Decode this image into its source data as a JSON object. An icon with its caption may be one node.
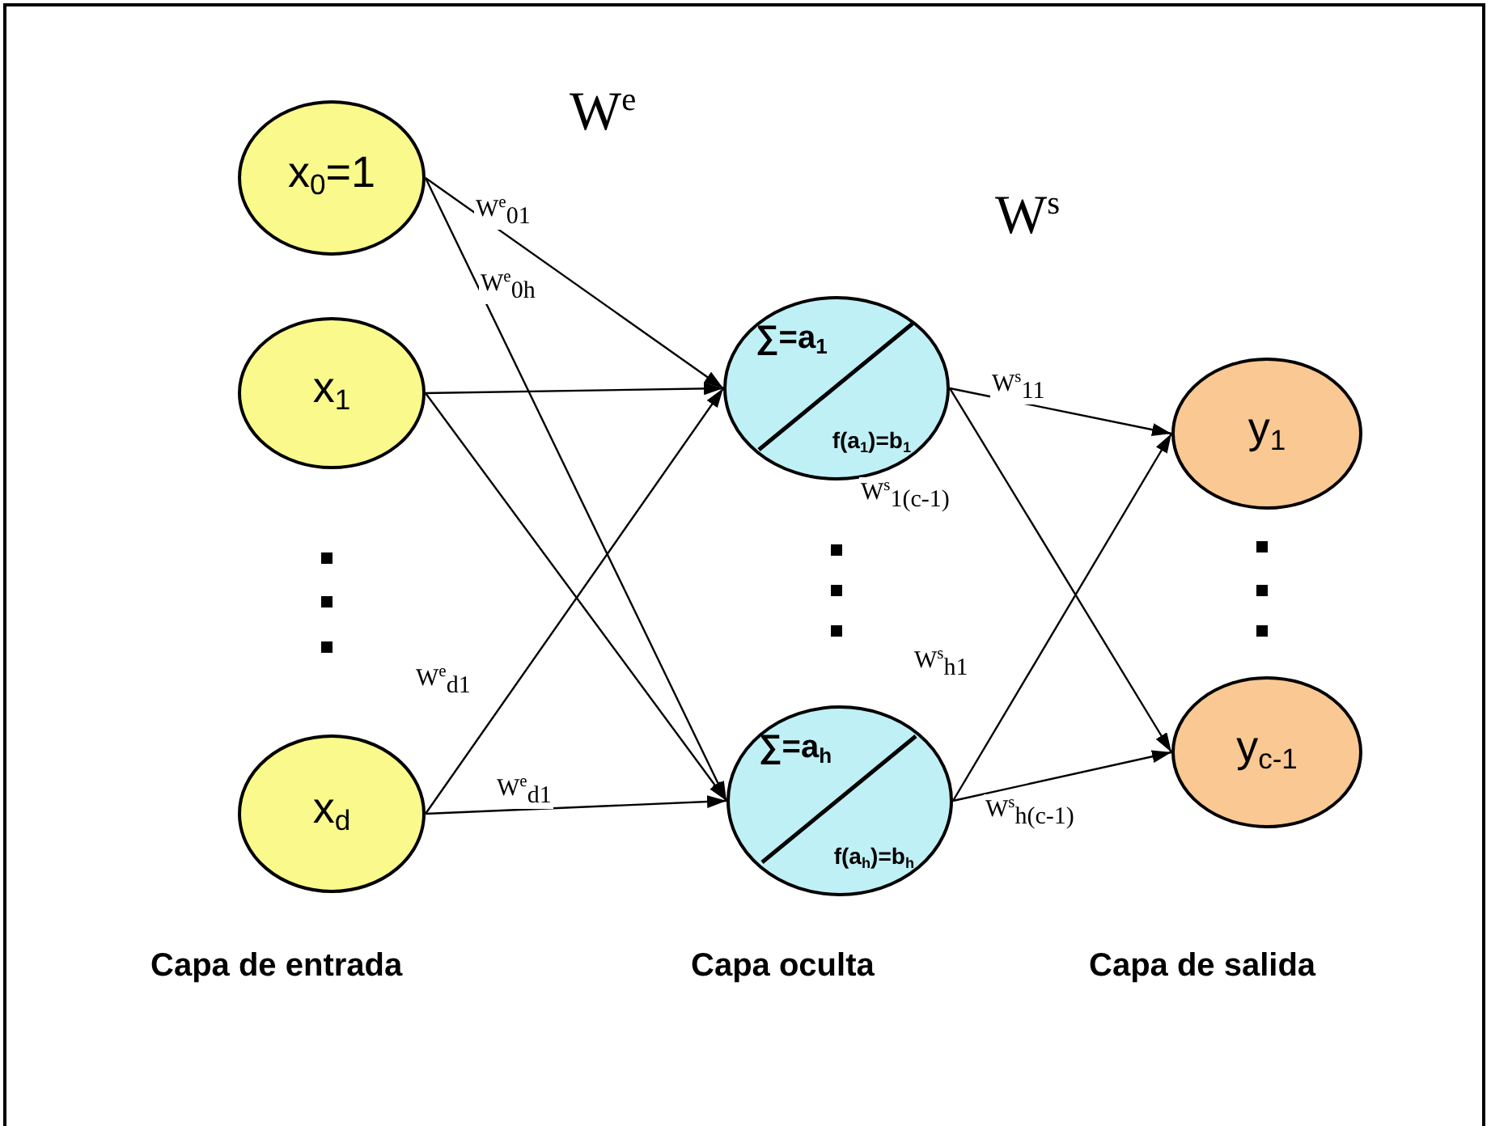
{
  "diagram": {
    "nodes": [
      {
        "text": [
          "x$_{0}$=1"
        ]
      },
      {
        "text": [
          "x$_{1}$"
        ]
      },
      {
        "text": [
          "x$_{d}$"
        ]
      },
      {
        "text": [
          "∑=a$_{1}$",
          "f(a$_{1}$)=b$_{1}$"
        ]
      },
      {
        "text": [
          "∑=a$_{h}$",
          "f(a$_{h}$)=b$_{h}$"
        ]
      },
      {
        "text": [
          "y$_{1}$"
        ]
      },
      {
        "text": [
          "y$_{c-1}$"
        ]
      }
    ],
    "edges": [
      {
        "from": 0,
        "to": 3,
        "arrow": "to",
        "label": "W$^{e}$$_{01}$"
      },
      {
        "from": 0,
        "to": 4,
        "arrow": "to",
        "label": "W$^{e}$$_{0h}$"
      },
      {
        "from": 1,
        "to": 3,
        "arrow": "to"
      },
      {
        "from": 1,
        "to": 4,
        "arrow": "to"
      },
      {
        "from": 2,
        "to": 3,
        "arrow": "to",
        "label": "W$^{e}$$_{d1}$"
      },
      {
        "from": 2,
        "to": 4,
        "arrow": "to",
        "label": "W$^{e}$$_{d1}$"
      },
      {
        "from": 3,
        "to": 5,
        "arrow": "to",
        "label": "W$^{s}$$_{11}$"
      },
      {
        "from": 3,
        "to": 6,
        "arrow": "to",
        "label": "W$^{s}$$_{1(c-1)}$"
      },
      {
        "from": 4,
        "to": 5,
        "arrow": "to",
        "label": "W$^{s}$$_{h1}$"
      },
      {
        "from": 4,
        "to": 6,
        "arrow": "to",
        "label": "W$^{s}$$_{h(c-1)}$"
      }
    ],
    "labels": [
      "W$^{e}$",
      "W$^{s}$",
      "Capa de entrada",
      "Capa oculta",
      "Capa de salida"
    ]
  }
}
